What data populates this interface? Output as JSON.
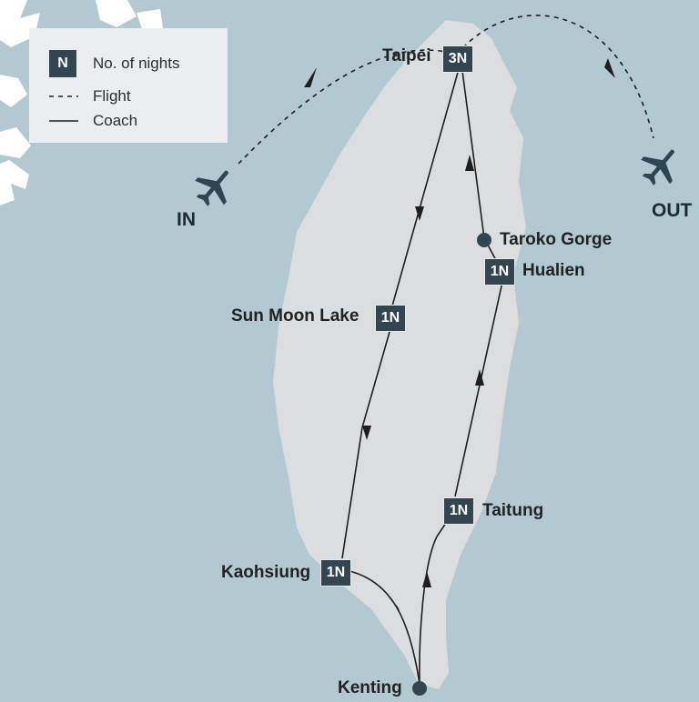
{
  "colors": {
    "sea": "#b3c9d2",
    "land": "#dcdddf",
    "islands": "#ffffff",
    "route": "#1e1e1e",
    "badge": "#33464f",
    "stop_dot": "#33464f",
    "plane": "#2d4650",
    "legend_bg": "#eaeef0"
  },
  "legend": {
    "badge_symbol": "N",
    "nights_label": "No. of nights",
    "flight_label": "Flight",
    "coach_label": "Coach"
  },
  "endpoints": {
    "in_label": "IN",
    "out_label": "OUT",
    "plane_icon": "airplane-icon"
  },
  "stops": [
    {
      "name": "Taipei",
      "nights": "3N"
    },
    {
      "name": "Sun Moon Lake",
      "nights": "1N"
    },
    {
      "name": "Kaohsiung",
      "nights": "1N"
    },
    {
      "name": "Kenting"
    },
    {
      "name": "Taitung",
      "nights": "1N"
    },
    {
      "name": "Hualien",
      "nights": "1N"
    },
    {
      "name": "Taroko Gorge"
    }
  ]
}
